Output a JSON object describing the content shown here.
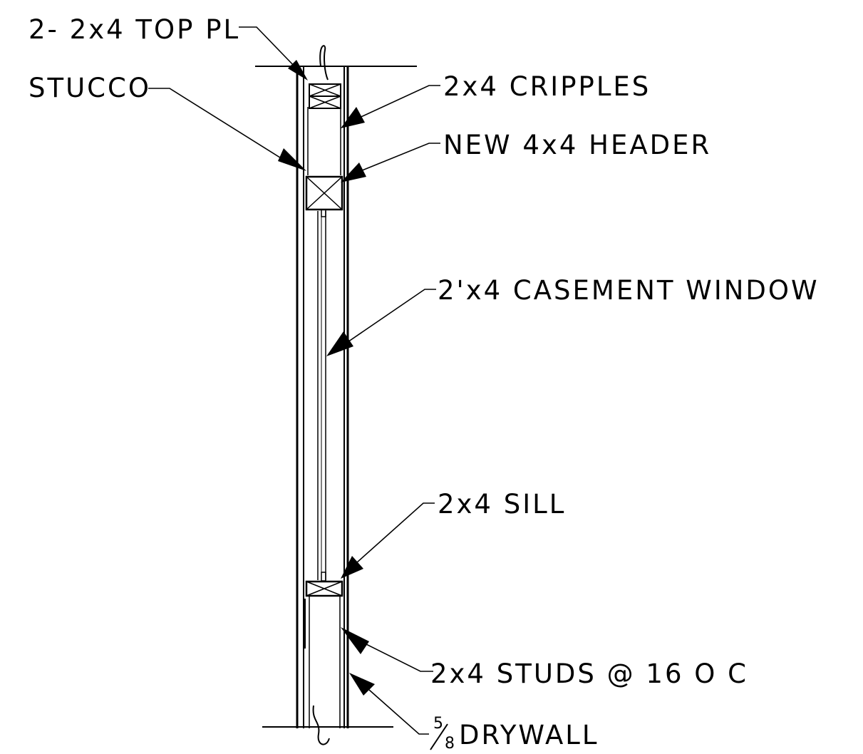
{
  "labels": {
    "top_plate": "2- 2x4 TOP PL",
    "stucco": "STUCCO",
    "cripples": "2x4 CRIPPLES",
    "header": "NEW 4x4 HEADER",
    "window": "2'x4 CASEMENT WINDOW",
    "sill": "2x4 SILL",
    "studs": "2x4 STUDS @ 16 O C",
    "drywall_fraction_num": "5",
    "drywall_fraction_den": "8",
    "drywall": "DRYWALL"
  },
  "icons": {
    "arrowhead": "filled-triangle-arrowhead",
    "lumber_section": "x-box-lumber-cross-section",
    "break_line": "wavy-break-line"
  }
}
